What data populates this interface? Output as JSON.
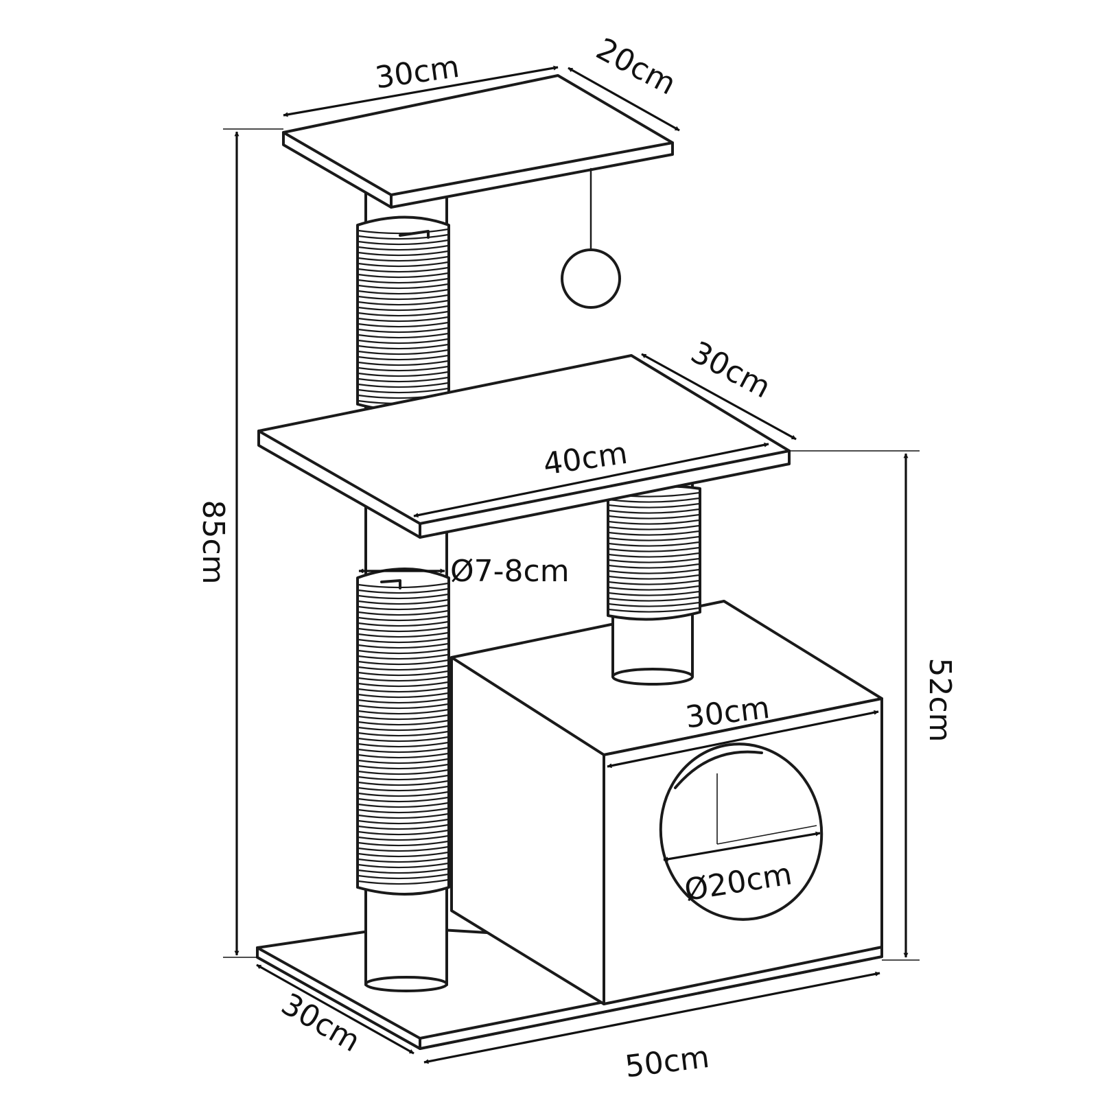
{
  "dimensions": {
    "top_width": "30cm",
    "top_depth": "20cm",
    "total_height": "85cm",
    "middle_depth": "30cm",
    "middle_width": "40cm",
    "post_diameter": "Ø7-8cm",
    "house_width": "30cm",
    "hole_diameter": "Ø20cm",
    "house_height": "52cm",
    "base_depth": "30cm",
    "base_width": "50cm"
  },
  "colors": {
    "line": "#1a1a1a",
    "background": "#ffffff"
  }
}
